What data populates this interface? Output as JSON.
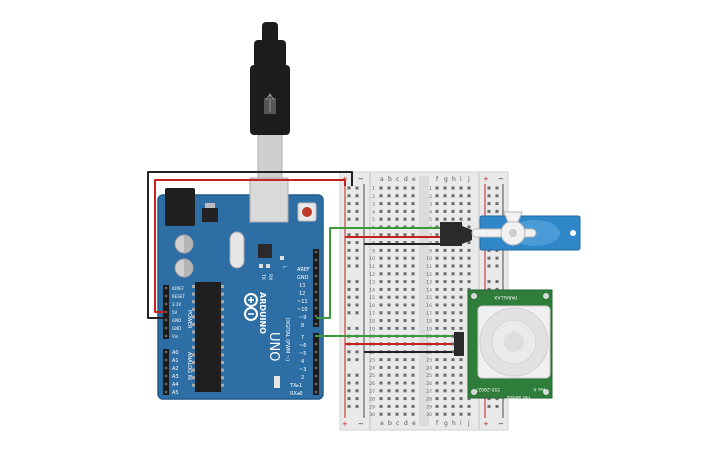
{
  "arduino": {
    "brand": "ARDUINO",
    "model": "UNO",
    "power_header": "POWER",
    "analog_header": "ANALOG IN",
    "digital_header": "DIGITAL (PWM ~)",
    "tx_label": "TX",
    "rx_label": "RX",
    "l_label": "L",
    "power_pins": [
      "IOREF",
      "RESET",
      "3.3V",
      "5V",
      "GND",
      "GND",
      "Vin"
    ],
    "analog_pins": [
      "A0",
      "A1",
      "A2",
      "A3",
      "A4",
      "A5"
    ],
    "digital_top_pins": [
      "AREF",
      "GND",
      "13",
      "12",
      "~11",
      "~10",
      "~9",
      "8"
    ],
    "digital_bottom_pins": [
      "7",
      "~6",
      "~5",
      "4",
      "~3",
      "2",
      "TX▸1",
      "RX◂0"
    ],
    "board_color": "#2d6fa4"
  },
  "breadboard": {
    "cols_left": [
      "a",
      "b",
      "c",
      "d",
      "e"
    ],
    "cols_right": [
      "f",
      "g",
      "h",
      "i",
      "j"
    ],
    "plus": "+",
    "minus": "−",
    "row_numbers": [
      "1",
      "2",
      "3",
      "4",
      "5",
      "6",
      "7",
      "8",
      "9",
      "10",
      "11",
      "12",
      "13",
      "14",
      "15",
      "16",
      "17",
      "18",
      "19",
      "20",
      "21",
      "22",
      "23",
      "24",
      "25",
      "26",
      "27",
      "28",
      "29",
      "30"
    ]
  },
  "pir": {
    "top_label": "PARALLAX",
    "bottom_label": "555-28027",
    "side_label": "PIR Sensor",
    "rev_label": "Rev A",
    "board_color": "#2e7d3a"
  },
  "servo": {
    "body_color": "#2f86c9"
  },
  "wires": {
    "red": "#c81f1f",
    "black": "#222222",
    "green": "#3c9a3c"
  },
  "icons": [
    "usb-plug-icon",
    "servo-motor-icon",
    "pir-sensor-icon",
    "arduino-logo-icon"
  ]
}
